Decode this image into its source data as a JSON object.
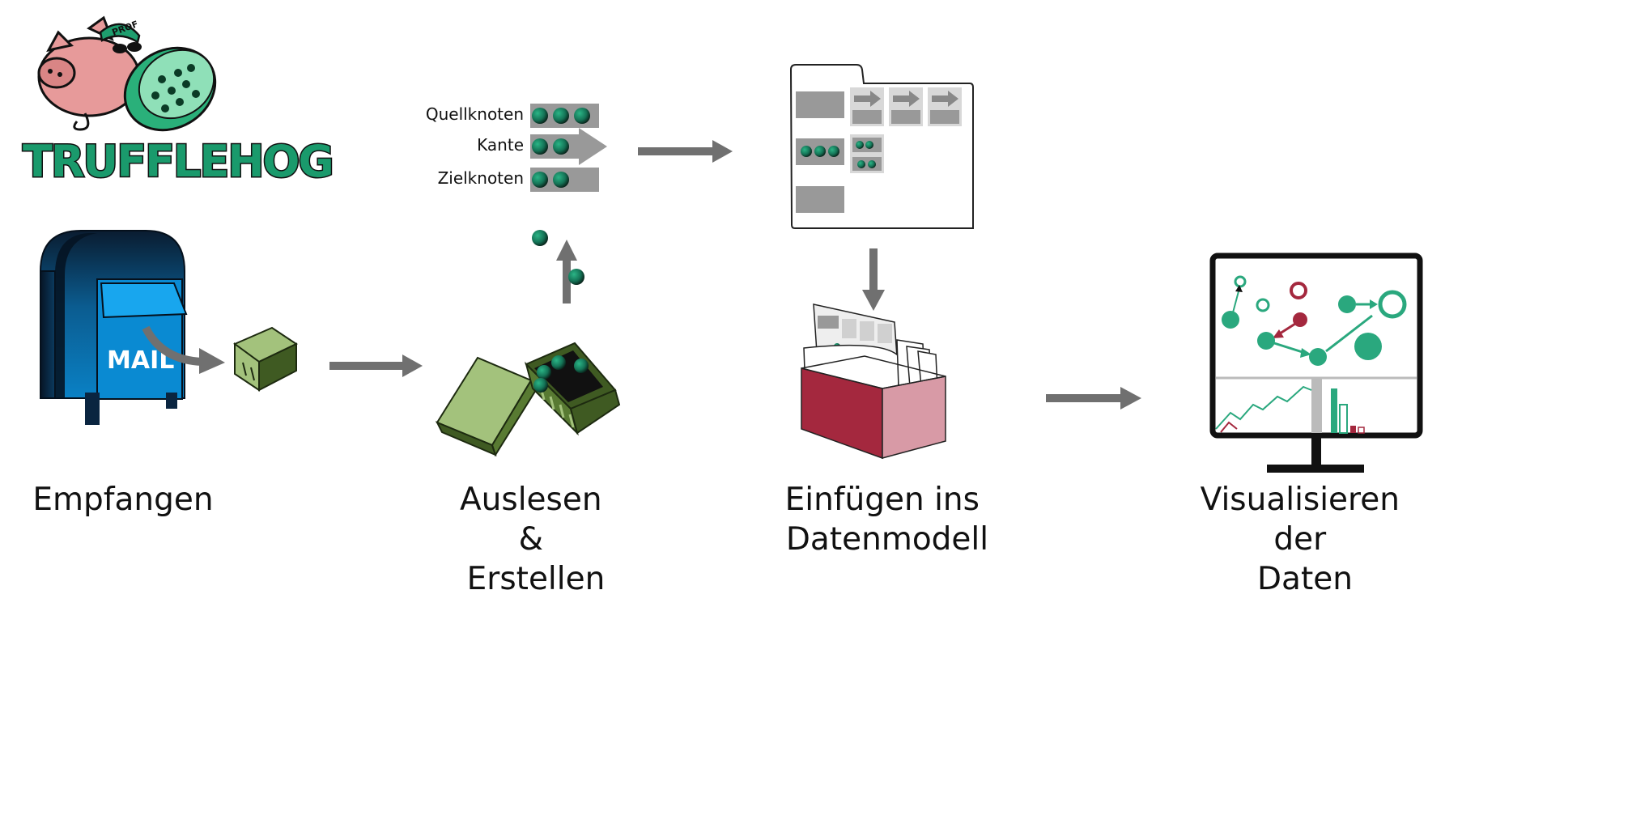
{
  "logo": {
    "text": "TRUFFLEHOG",
    "hat_text": "PROF"
  },
  "mailbox": {
    "text": "MAIL"
  },
  "steps": [
    {
      "id": "receive",
      "lines": [
        "Empfangen"
      ]
    },
    {
      "id": "extract",
      "lines": [
        "Auslesen",
        "&",
        "Erstellen"
      ]
    },
    {
      "id": "insert",
      "lines": [
        "Einfügen ins",
        "Datenmodell"
      ]
    },
    {
      "id": "visualize",
      "lines": [
        "Visualisieren",
        "der",
        "Daten"
      ]
    }
  ],
  "graph_parts": {
    "source": "Quellknoten",
    "edge": "Kante",
    "target": "Zielknoten"
  },
  "colors": {
    "arrow": "#707070",
    "green": "#2aa87e",
    "dark_green": "#0f3d2e",
    "red": "#a4283e",
    "pink": "#d89aa6",
    "box_light": "#a3c27c",
    "box_dark": "#3f5a22",
    "mailbox_blue": "#0b8fd6",
    "mailbox_dark": "#0a2036",
    "panel_gray": "#999999"
  },
  "icons": [
    "trufflehog-logo-icon",
    "mailbox-icon",
    "package-icon",
    "open-box-icon",
    "graph-schema-icon",
    "folder-icon",
    "file-box-icon",
    "monitor-icon"
  ]
}
